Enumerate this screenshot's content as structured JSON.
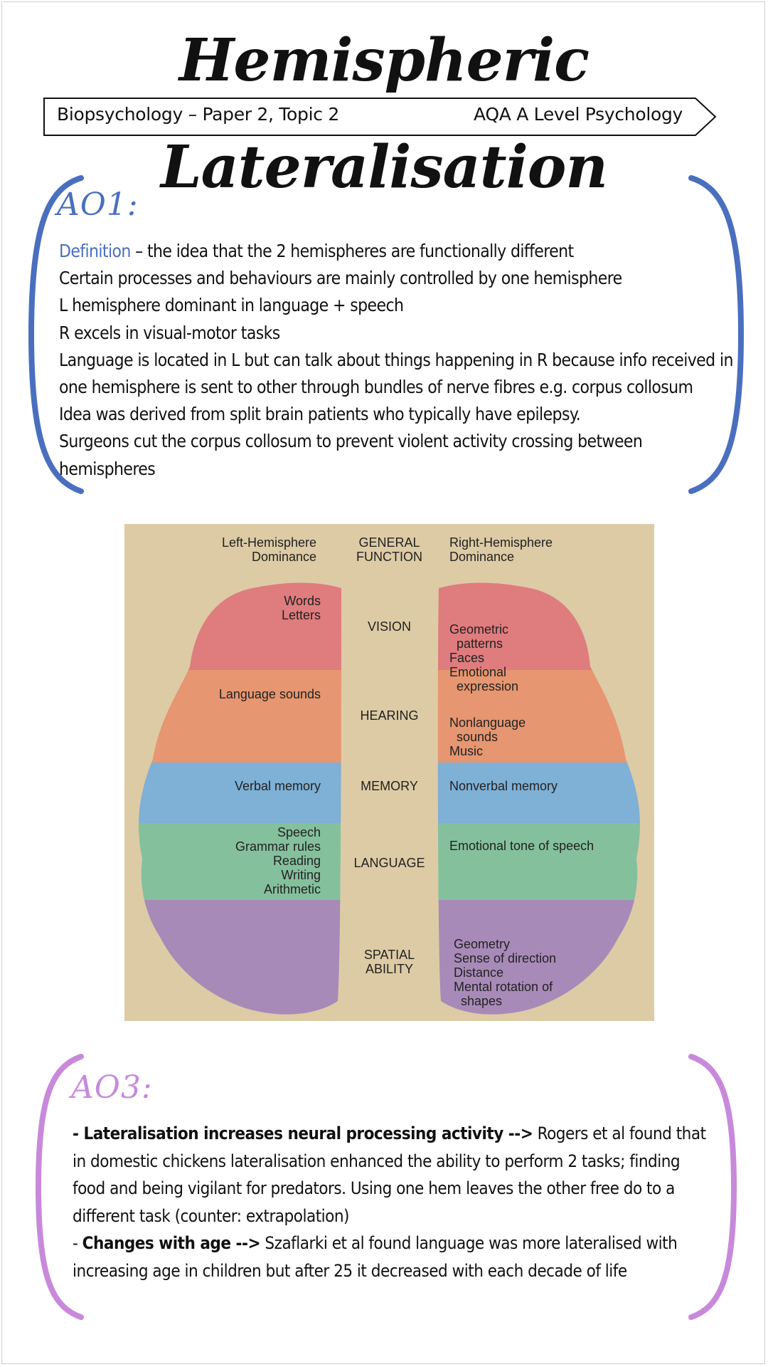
{
  "title": "Hemispheric Lateralisation",
  "banner": {
    "left": "Biopsychology – Paper 2, Topic 2",
    "right": "AQA A Level Psychology"
  },
  "colors": {
    "ao1_accent": "#4a6fbf",
    "ao3_accent": "#c889db",
    "vision": "#df7c7e",
    "hearing": "#e69670",
    "memory": "#7fb0d5",
    "language": "#85c09d",
    "spatial": "#a88ab8",
    "diagram_background": "#ddcba5"
  },
  "ao1": {
    "heading": "AO1:",
    "definition_word": "Definition",
    "definition_rest": " – the idea that the 2 hemispheres are functionally different",
    "lines": [
      "Certain processes and behaviours are mainly controlled by one hemisphere",
      "L hemisphere dominant in language + speech",
      "R excels in visual-motor tasks",
      "Language is located in L but can talk about things happening in R because info received in",
      "one hemisphere is sent to other through bundles of nerve fibres e.g. corpus collosum",
      "Idea was derived from split brain patients who typically have epilepsy.",
      "Surgeons cut the corpus collosum to prevent violent activity crossing between",
      "hemispheres"
    ]
  },
  "diagram": {
    "header_left": [
      "Left-Hemisphere",
      "Dominance"
    ],
    "header_center": [
      "GENERAL",
      "FUNCTION"
    ],
    "header_right": [
      "Right-Hemisphere",
      "Dominance"
    ],
    "rows": [
      {
        "function": [
          "VISION"
        ],
        "left": [
          "Words",
          "Letters"
        ],
        "right": [
          "Geometric",
          "  patterns",
          "Faces",
          "Emotional",
          "  expression"
        ]
      },
      {
        "function": [
          "HEARING"
        ],
        "left": [
          "Language sounds"
        ],
        "right": [
          "Nonlanguage",
          "  sounds",
          "Music"
        ]
      },
      {
        "function": [
          "MEMORY"
        ],
        "left": [
          "Verbal memory"
        ],
        "right": [
          "Nonverbal memory"
        ]
      },
      {
        "function": [
          "LANGUAGE"
        ],
        "left": [
          "Speech",
          "Grammar rules",
          "Reading",
          "Writing",
          "Arithmetic"
        ],
        "right": [
          "Emotional tone of speech"
        ]
      },
      {
        "function": [
          "SPATIAL",
          "ABILITY"
        ],
        "left": [],
        "right": [
          "Geometry",
          "Sense of direction",
          "Distance",
          "Mental rotation of",
          "  shapes"
        ]
      }
    ]
  },
  "ao3": {
    "heading": "AO3:",
    "point1_bold": "- Lateralisation increases neural processing activity -->",
    "point1_line1_rest": " Rogers et al found that",
    "point1_lines": [
      "in domestic chickens lateralisation enhanced the ability to perform 2 tasks; finding",
      "food and being vigilant for predators. Using one hem leaves the other free do to a",
      "different task (counter: extrapolation)"
    ],
    "point2_dash": "- ",
    "point2_bold": "Changes with age -->",
    "point2_line1_rest": " Szaflarki et al found language was more lateralised with",
    "point2_lines": [
      "increasing age in children but after 25 it decreased with each decade of life"
    ]
  }
}
